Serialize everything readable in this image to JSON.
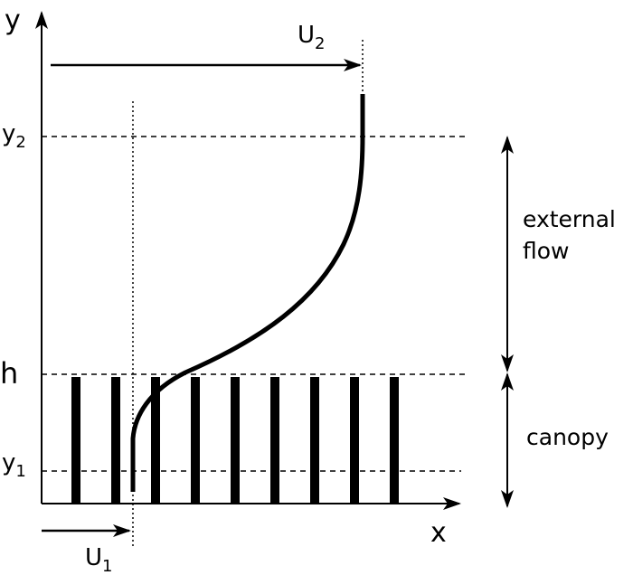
{
  "axes": {
    "x_label": "x",
    "y_label": "y"
  },
  "levels": {
    "y2": {
      "base": "y",
      "sub": "2"
    },
    "h": "h",
    "y1": {
      "base": "y",
      "sub": "1"
    }
  },
  "velocities": {
    "U2": {
      "base": "U",
      "sub": "2"
    },
    "U1": {
      "base": "U",
      "sub": "1"
    }
  },
  "zones": {
    "external_flow": [
      "external",
      "flow"
    ],
    "canopy": "canopy"
  },
  "canopy_elements": 9,
  "colors": {
    "ink": "#000000",
    "background": "#ffffff"
  }
}
